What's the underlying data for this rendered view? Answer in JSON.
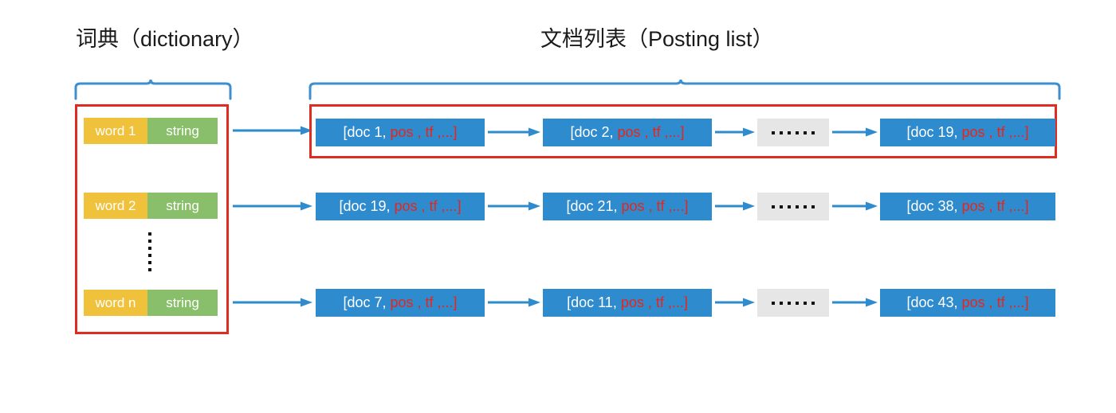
{
  "headings": {
    "dictionary": "词典（dictionary）",
    "posting": "文档列表（Posting list）"
  },
  "colors": {
    "word_cell": "#f0c13b",
    "string_cell": "#89bf6a",
    "posting_node": "#2e8bce",
    "ellipsis_node": "#e6e6e6",
    "highlight_border": "#e02b20",
    "arrow": "#2e8bce",
    "doc_text": "#ffffff",
    "meta_text": "#e8251c"
  },
  "dictionary": {
    "entries": [
      {
        "word": "word 1",
        "value": "string"
      },
      {
        "word": "word 2",
        "value": "string"
      },
      {
        "word": "word n",
        "value": "string"
      }
    ],
    "vertical_ellipsis": "⋮"
  },
  "posting_lists": [
    {
      "highlighted": true,
      "nodes": [
        {
          "type": "posting",
          "doc": "[doc 1,",
          "meta": "pos , tf ,...]"
        },
        {
          "type": "posting",
          "doc": "[doc 2,",
          "meta": "pos , tf ,...]"
        },
        {
          "type": "ellipsis",
          "label": "……"
        },
        {
          "type": "posting",
          "doc": "[doc 19,",
          "meta": "pos , tf ,...]"
        }
      ]
    },
    {
      "highlighted": false,
      "nodes": [
        {
          "type": "posting",
          "doc": "[doc 19,",
          "meta": "pos , tf ,...]"
        },
        {
          "type": "posting",
          "doc": "[doc 21,",
          "meta": "pos , tf ,...]"
        },
        {
          "type": "ellipsis",
          "label": "……"
        },
        {
          "type": "posting",
          "doc": "[doc 38,",
          "meta": "pos , tf ,...]"
        }
      ]
    },
    {
      "highlighted": false,
      "nodes": [
        {
          "type": "posting",
          "doc": "[doc 7,",
          "meta": "pos , tf ,...]"
        },
        {
          "type": "posting",
          "doc": "[doc 11,",
          "meta": "pos , tf ,...]"
        },
        {
          "type": "ellipsis",
          "label": "……"
        },
        {
          "type": "posting",
          "doc": "[doc 43,",
          "meta": "pos , tf ,...]"
        }
      ]
    }
  ]
}
